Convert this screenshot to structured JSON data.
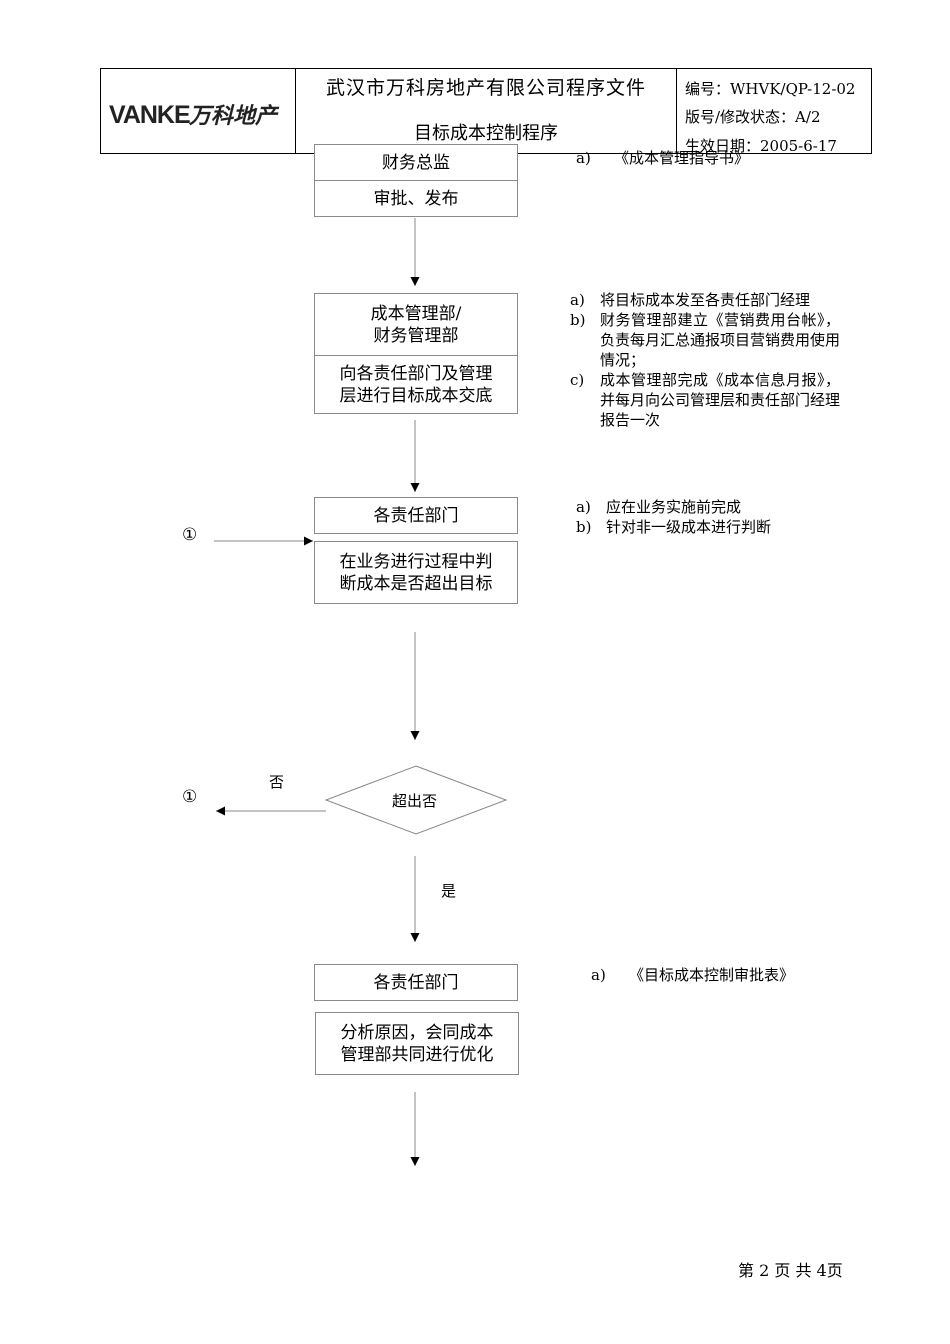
{
  "header": {
    "logo_text_latin": "VANKE",
    "logo_text_cn": "万科地产",
    "company_doc": "武汉市万科房地产有限公司程序文件",
    "doc_title": "目标成本控制程序",
    "code": "编号：WHVK/QP-12-02",
    "version": "版号/修改状态：A/2",
    "effective": "生效日期：2005-6-17"
  },
  "flow": {
    "step1": {
      "owner": "财务总监",
      "action": "审批、发布"
    },
    "step2": {
      "owner_line1": "成本管理部/",
      "owner_line2": "财务管理部",
      "action_line1": "向各责任部门及管理",
      "action_line2": "层进行目标成本交底"
    },
    "step3": {
      "owner": "各责任部门",
      "action_line1": "在业务进行过程中判",
      "action_line2": "断成本是否超出目标"
    },
    "decision": {
      "label": "超出否",
      "no_label": "否",
      "yes_label": "是"
    },
    "step4": {
      "owner": "各责任部门",
      "action_line1": "分析原因，会同成本",
      "action_line2": "管理部共同进行优化"
    },
    "connector": "①"
  },
  "notes": {
    "n1": [
      {
        "label": "a)",
        "text": "《成本管理指导书》"
      }
    ],
    "n2": [
      {
        "label": "a)",
        "text": "将目标成本发至各责任部门经理"
      },
      {
        "label": "b)",
        "text": "财务管理部建立《营销费用台帐》，负责每月汇总通报项目营销费用使用情况；"
      },
      {
        "label": "c)",
        "text": "成本管理部完成《成本信息月报》，并每月向公司管理层和责任部门经理报告一次"
      }
    ],
    "n3": [
      {
        "label": "a)",
        "text": "应在业务实施前完成"
      },
      {
        "label": "b)",
        "text": "针对非一级成本进行判断"
      }
    ],
    "n4": [
      {
        "label": "a)",
        "text": "《目标成本控制审批表》"
      }
    ]
  },
  "footer": {
    "page": "第 2 页 共 4页"
  }
}
